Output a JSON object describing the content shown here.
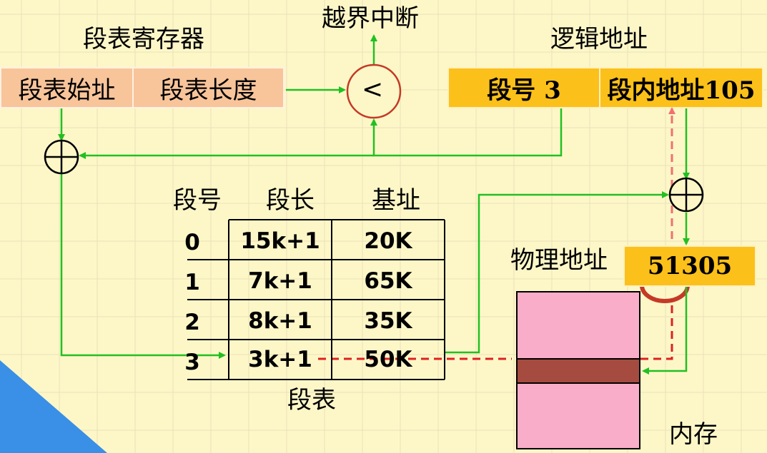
{
  "colors": {
    "background": "#fdf7c8",
    "grid": "#eae2b8",
    "peach_box": "#f8c49a",
    "gold_box": "#fbc01a",
    "flow_line": "#22c022",
    "dashed_line": "#e02020",
    "comparator_ring": "#c43a26",
    "memory": "#f9adc8",
    "memory_segment": "#a64b3f",
    "corner_accent": "#3a8fe6"
  },
  "labels": {
    "segment_register": "段表寄存器",
    "bounds_interrupt": "越界中断",
    "logical_address": "逻辑地址",
    "physical_address": "物理地址",
    "segment_table": "段表",
    "memory": "内存"
  },
  "register": {
    "start_address": "段表始址",
    "table_length": "段表长度"
  },
  "comparator_symbol": "<",
  "logical": {
    "segment_number": "段号  3",
    "offset": "段内地址105"
  },
  "physical_value": "51305",
  "table": {
    "headers": [
      "段号",
      "段长",
      "基址"
    ],
    "rows": [
      {
        "number": "0",
        "length": "15k+1",
        "base": "20K"
      },
      {
        "number": "1",
        "length": "7k+1",
        "base": "65K"
      },
      {
        "number": "2",
        "length": "8k+1",
        "base": "35K"
      },
      {
        "number": "3",
        "length": "3k+1",
        "base": "50K"
      }
    ]
  },
  "icons": {
    "adder": "circle-plus-icon",
    "arrow": "arrow-head-icon"
  }
}
